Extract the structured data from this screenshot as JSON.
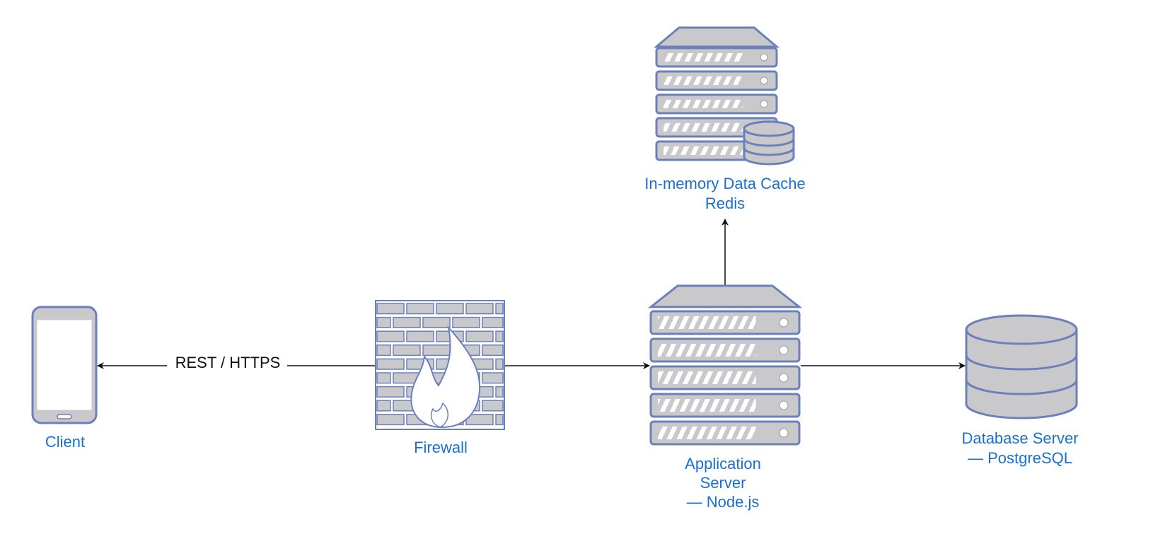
{
  "colors": {
    "icon_fill": "#c9c9cb",
    "icon_stroke": "#6b80bb",
    "label": "#1b6fd1",
    "edge": "#111111",
    "background": "#ffffff"
  },
  "nodes": {
    "client": {
      "icon": "smartphone-icon",
      "lines": [
        "Client"
      ]
    },
    "firewall": {
      "icon": "firewall-icon",
      "lines": [
        "Firewall"
      ]
    },
    "app_server": {
      "icon": "server-rack-icon",
      "lines": [
        "Application",
        "Server",
        "— Node.js"
      ]
    },
    "cache": {
      "icon": "cache-server-icon",
      "lines": [
        "In-memory Data Cache",
        "Redis"
      ]
    },
    "database": {
      "icon": "database-icon",
      "lines": [
        "Database Server",
        "— PostgreSQL"
      ]
    }
  },
  "edges": {
    "client_firewall": {
      "label": "REST / HTTPS"
    }
  }
}
